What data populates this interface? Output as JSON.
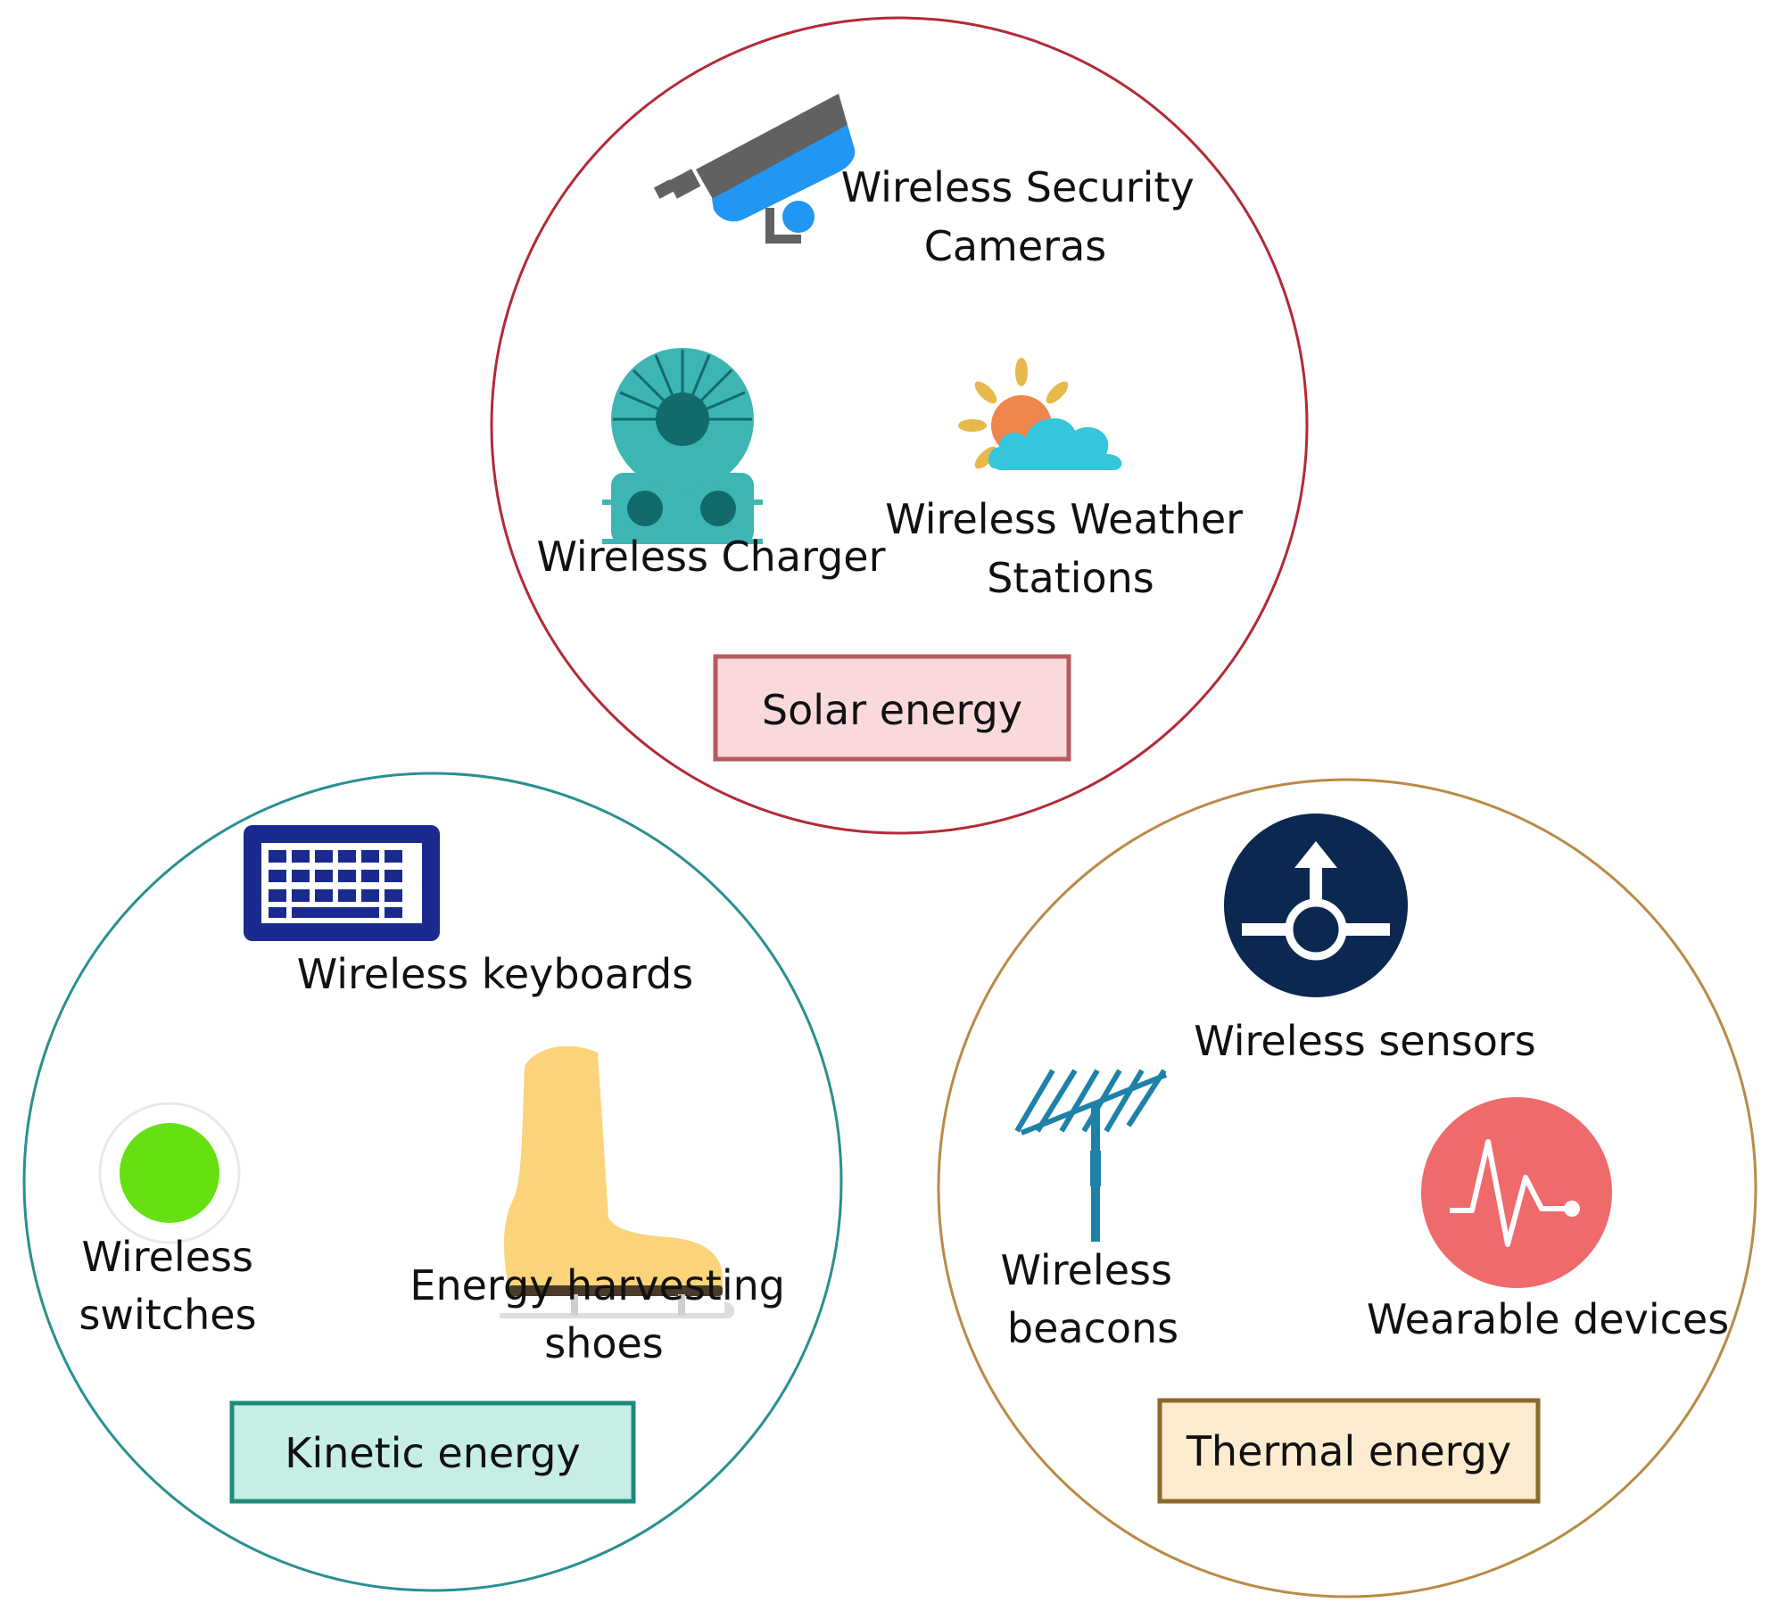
{
  "colors": {
    "solar_ring": "#b22a36",
    "solar_box_fill": "#f9d9da",
    "solar_box_border": "#b55a5e",
    "kinetic_ring": "#2a8f8f",
    "kinetic_box_fill": "#c6eee6",
    "kinetic_box_border": "#1f8a7a",
    "thermal_ring": "#b98a47",
    "thermal_box_fill": "#fdebd0",
    "thermal_box_border": "#8a6a2c",
    "camera_body": "#2196f3",
    "camera_top": "#616161",
    "charger": "#3db5b3",
    "charger_dark": "#136a6a",
    "sun": "#f0864c",
    "sun_rays": "#e6b94a",
    "cloud": "#35c5dc",
    "keyboard": "#1b2a8f",
    "switch_green": "#66e012",
    "boot": "#fbd37a",
    "boot_sole": "#4a3a2a",
    "sensor_navy": "#0b2851",
    "antenna": "#1e81a7",
    "pulse_red": "#ef6a6a"
  },
  "groups": {
    "solar": {
      "label": "Solar energy",
      "items": {
        "camera": {
          "lines": [
            "Wireless Security",
            "Cameras"
          ],
          "icon": "security-camera-icon"
        },
        "charger": {
          "lines": [
            "Wireless Charger"
          ],
          "icon": "wireless-charger-icon"
        },
        "weather": {
          "lines": [
            "Wireless Weather",
            "Stations"
          ],
          "icon": "sun-cloud-icon"
        }
      }
    },
    "kinetic": {
      "label": "Kinetic energy",
      "items": {
        "keyboard": {
          "lines": [
            "Wireless keyboards"
          ],
          "icon": "keyboard-icon"
        },
        "switch": {
          "lines": [
            "Wireless",
            "switches"
          ],
          "icon": "switch-button-icon"
        },
        "shoes": {
          "lines": [
            "Energy harvesting",
            "shoes"
          ],
          "icon": "boot-icon"
        }
      }
    },
    "thermal": {
      "label": "Thermal energy",
      "items": {
        "sensors": {
          "lines": [
            "Wireless sensors"
          ],
          "icon": "sensor-icon"
        },
        "beacons": {
          "lines": [
            "Wireless",
            "beacons"
          ],
          "icon": "antenna-icon"
        },
        "wearable": {
          "lines": [
            "Wearable devices"
          ],
          "icon": "heartbeat-icon"
        }
      }
    }
  }
}
